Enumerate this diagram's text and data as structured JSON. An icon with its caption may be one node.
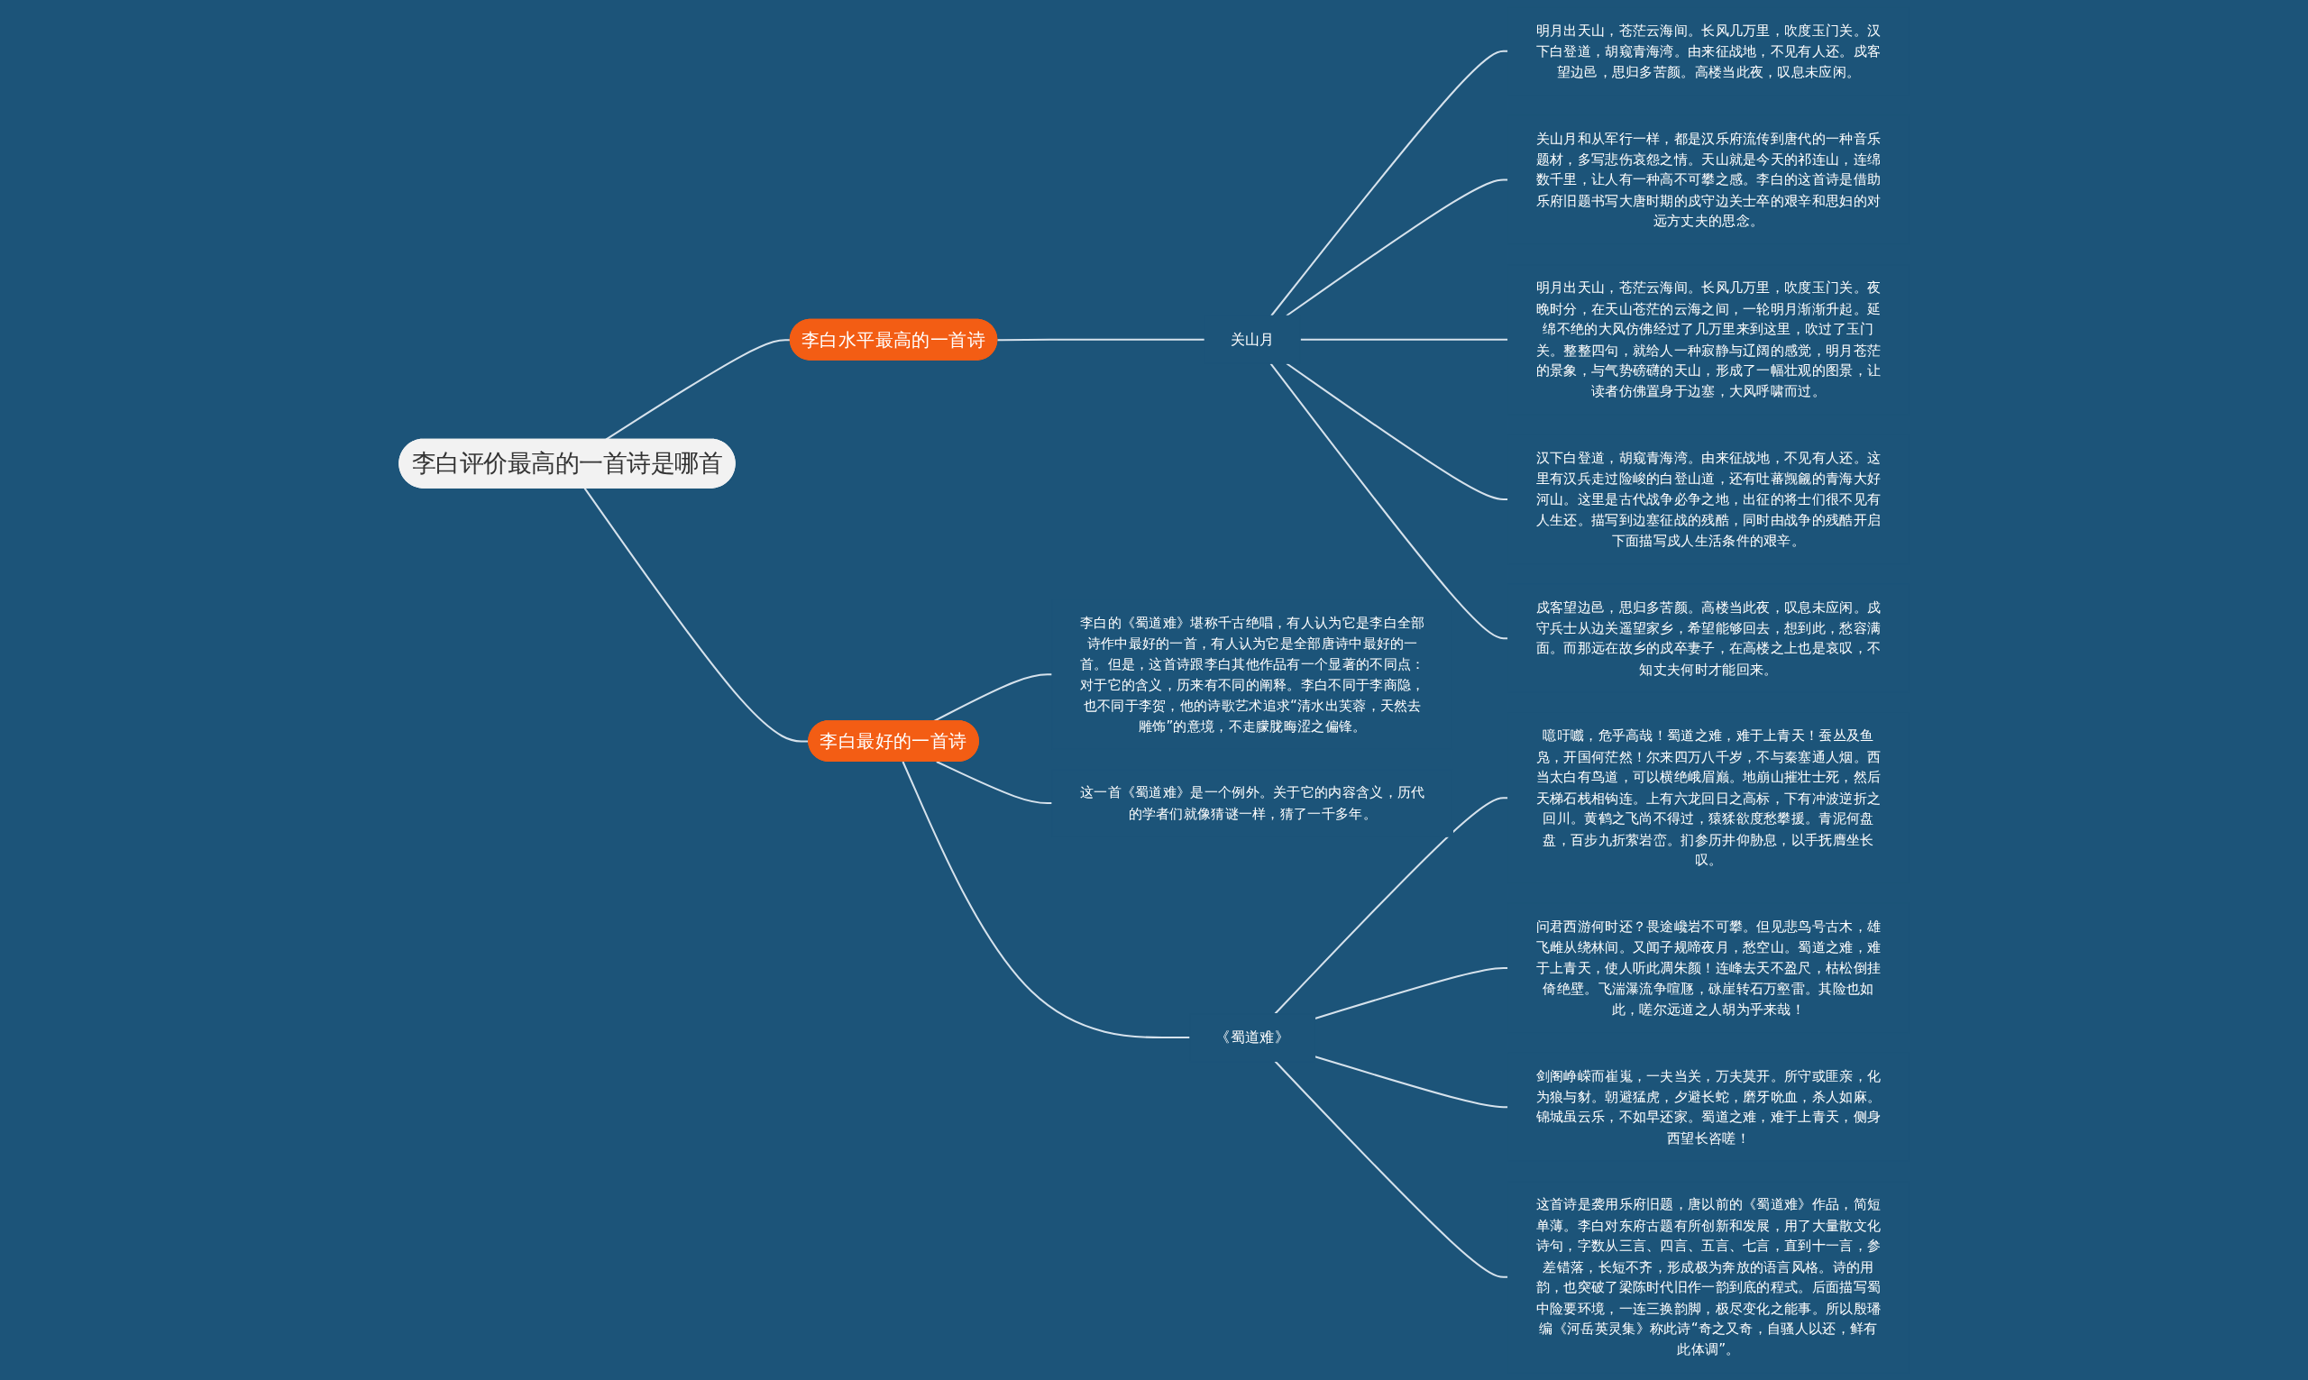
{
  "diagram": {
    "nodes": [
      {
        "text": [
          "李白评价最高的一首诗是哪首"
        ]
      },
      {
        "text": [
          "李白水平最高的一首诗"
        ]
      },
      {
        "text": [
          "关山月"
        ]
      },
      {
        "text": [
          "明月出天山，苍茫云海间。长风几万里，吹度玉门关。汉下白登道，胡窥青海湾。由来征战地，不见有人还。戍客望边邑，思归多苦颜。高楼当此夜，叹息未应闲。"
        ]
      },
      {
        "text": [
          "关山月和从军行一样，都是汉乐府流传到唐代的一种音乐题材，多写悲伤哀怨之情。天山就是今天的祁连山，连绵数千里，让人有一种高不可攀之感。李白的这首诗是借助乐府旧题书写大唐时期的戍守边关士卒的艰辛和思妇的对远方丈夫的思念。"
        ]
      },
      {
        "text": [
          "明月出天山，苍茫云海间。长风几万里，吹度玉门关。夜晚时分，在天山苍茫的云海之间，一轮明月渐渐升起。延绵不绝的大风仿佛经过了几万里来到这里，吹过了玉门关。整整四句，就给人一种寂静与辽阔的感觉，明月苍茫的景象，与气势磅礴的天山，形成了一幅壮观的图景，让读者仿佛置身于边塞，大风呼啸而过。"
        ]
      },
      {
        "text": [
          "汉下白登道，胡窥青海湾。由来征战地，不见有人还。这里有汉兵走过险峻的白登山道，还有吐蕃觊觎的青海大好河山。这里是古代战争必争之地，出征的将士们很不见有人生还。描写到边塞征战的残酷，同时由战争的残酷开启下面描写戍人生活条件的艰辛。"
        ]
      },
      {
        "text": [
          "戍客望边邑，思归多苦颜。高楼当此夜，叹息未应闲。戍守兵士从边关遥望家乡，希望能够回去，想到此，愁容满面。而那远在故乡的戍卒妻子，在高楼之上也是哀叹，不知丈夫何时才能回来。"
        ]
      },
      {
        "text": [
          "李白最好的一首诗"
        ]
      },
      {
        "text": [
          "李白的《蜀道难》堪称千古绝唱，有人认为它是李白全部诗作中最好的一首，有人认为它是全部唐诗中最好的一首。但是，这首诗跟李白其他作品有一个显著的不同点：对于它的含义，历来有不同的阐释。李白不同于李商隐，也不同于李贺，他的诗歌艺术追求“清水出芙蓉，天然去雕饰”的意境，不走朦胧晦涩之偏锋。"
        ]
      },
      {
        "text": [
          "这一首《蜀道难》是一个例外。关于它的内容含义，历代的学者们就像猜谜一样，猜了一千多年。"
        ]
      },
      {
        "text": [
          "《蜀道难》"
        ]
      },
      {
        "text": [
          "噫吁嚱，危乎高哉！蜀道之难，难于上青天！蚕丛及鱼凫，开国何茫然！尔来四万八千岁，不与秦塞通人烟。西当太白有鸟道，可以横绝峨眉巅。地崩山摧壮士死，然后天梯石栈相钩连。上有六龙回日之高标，下有冲波逆折之回川。黄鹤之飞尚不得过，猿猱欲度愁攀援。青泥何盘盘，百步九折萦岩峦。扪参历井仰胁息，以手抚膺坐长叹。"
        ]
      },
      {
        "text": [
          "问君西游何时还？畏途巉岩不可攀。但见悲鸟号古木，雄飞雌从绕林间。又闻子规啼夜月，愁空山。蜀道之难，难于上青天，使人听此凋朱颜！连峰去天不盈尺，枯松倒挂倚绝壁。飞湍瀑流争喧豗，砯崖转石万壑雷。其险也如此，嗟尔远道之人胡为乎来哉！"
        ]
      },
      {
        "text": [
          "剑阁峥嵘而崔嵬，一夫当关，万夫莫开。所守或匪亲，化为狼与豺。朝避猛虎，夕避长蛇，磨牙吮血，杀人如麻。锦城虽云乐，不如早还家。蜀道之难，难于上青天，侧身西望长咨嗟！"
        ]
      },
      {
        "text": [
          "这首诗是袭用乐府旧题，唐以前的《蜀道难》作品，简短单薄。李白对东府古题有所创新和发展，用了大量散文化诗句，字数从三言、四言、五言、七言，直到十一言，参差错落，长短不齐，形成极为奔放的语言风格。诗的用韵，也突破了梁陈时代旧作一韵到底的程式。后面描写蜀中险要环境，一连三换韵脚，极尽变化之能事。所以殷璠编《河岳英灵集》称此诗“奇之又奇，自骚人以还，鲜有此体调”。"
        ]
      }
    ],
    "edges": [
      {
        "from": 0,
        "to": 1,
        "arrow": "none"
      },
      {
        "from": 1,
        "to": 2,
        "arrow": "none"
      },
      {
        "from": 2,
        "to": 3,
        "arrow": "none"
      },
      {
        "from": 2,
        "to": 4,
        "arrow": "none"
      },
      {
        "from": 2,
        "to": 5,
        "arrow": "none"
      },
      {
        "from": 2,
        "to": 6,
        "arrow": "none"
      },
      {
        "from": 2,
        "to": 7,
        "arrow": "none"
      },
      {
        "from": 0,
        "to": 8,
        "arrow": "none"
      },
      {
        "from": 8,
        "to": 9,
        "arrow": "none"
      },
      {
        "from": 8,
        "to": 10,
        "arrow": "none"
      },
      {
        "from": 8,
        "to": 11,
        "arrow": "none"
      },
      {
        "from": 11,
        "to": 12,
        "arrow": "none"
      },
      {
        "from": 11,
        "to": 13,
        "arrow": "none"
      },
      {
        "from": 11,
        "to": 14,
        "arrow": "none"
      },
      {
        "from": 11,
        "to": 15,
        "arrow": "none"
      }
    ]
  }
}
